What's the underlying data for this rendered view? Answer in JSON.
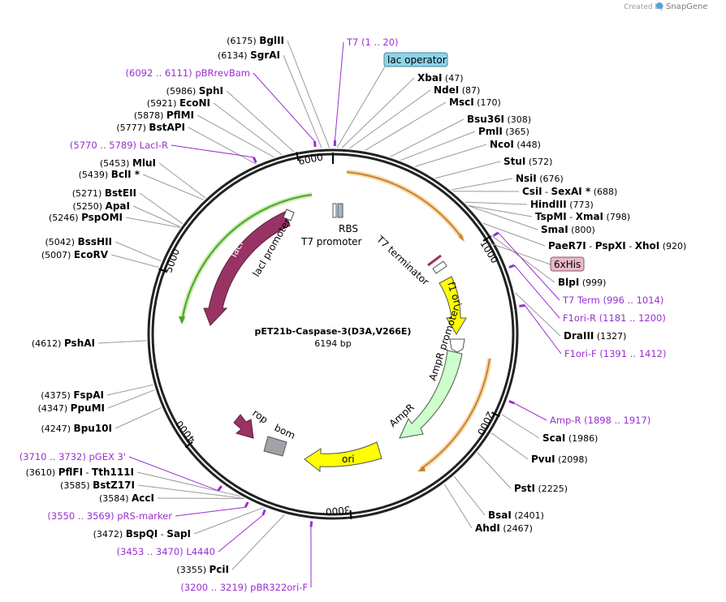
{
  "header": {
    "credit": "Created by",
    "brand": "SnapGene"
  },
  "plasmid": {
    "name": "pET21b-Caspase-3(D3A,V266E)",
    "size_label": "6194 bp",
    "length": 6194
  },
  "ticks": [
    {
      "bp": 1000,
      "label": "1000"
    },
    {
      "bp": 2000,
      "label": "2000"
    },
    {
      "bp": 3000,
      "label": "3000"
    },
    {
      "bp": 4000,
      "label": "4000"
    },
    {
      "bp": 5000,
      "label": "5000"
    },
    {
      "bp": 6000,
      "label": "6000"
    }
  ],
  "sites": [
    {
      "name": "BglII",
      "pos": "(6175)",
      "bp": 6175
    },
    {
      "name": "SgrAI",
      "pos": "(6134)",
      "bp": 6134
    },
    {
      "name": "XbaI",
      "pos": "(47)",
      "bp": 47
    },
    {
      "name": "NdeI",
      "pos": "(87)",
      "bp": 87
    },
    {
      "name": "MscI",
      "pos": "(170)",
      "bp": 170
    },
    {
      "name": "Bsu36I",
      "pos": "(308)",
      "bp": 308
    },
    {
      "name": "PmlI",
      "pos": "(365)",
      "bp": 365
    },
    {
      "name": "NcoI",
      "pos": "(448)",
      "bp": 448
    },
    {
      "name": "StuI",
      "pos": "(572)",
      "bp": 572
    },
    {
      "name": "NsiI",
      "pos": "(676)",
      "bp": 676
    },
    {
      "name": "CsiI",
      "extra": "SexAI *",
      "pos": "(688)",
      "bp": 688
    },
    {
      "name": "HindIII",
      "pos": "(773)",
      "bp": 773
    },
    {
      "name": "TspMI",
      "extra": "XmaI",
      "pos": "(798)",
      "bp": 798
    },
    {
      "name": "SmaI",
      "pos": "(800)",
      "bp": 800
    },
    {
      "name": "PaeR7I",
      "extra": "PspXI",
      "extra2": "XhoI",
      "pos": "(920)",
      "bp": 920
    },
    {
      "name": "BlpI",
      "pos": "(999)",
      "bp": 999
    },
    {
      "name": "DraIII",
      "pos": "(1327)",
      "bp": 1327
    },
    {
      "name": "ScaI",
      "pos": "(1986)",
      "bp": 1986
    },
    {
      "name": "PvuI",
      "pos": "(2098)",
      "bp": 2098
    },
    {
      "name": "PstI",
      "pos": "(2225)",
      "bp": 2225
    },
    {
      "name": "BsaI",
      "pos": "(2401)",
      "bp": 2401
    },
    {
      "name": "AhdI",
      "pos": "(2467)",
      "bp": 2467
    },
    {
      "name": "PciI",
      "pos": "(3355)",
      "bp": 3355
    },
    {
      "name": "BspQI",
      "extra": "SapI",
      "pos": "(3472)",
      "bp": 3472
    },
    {
      "name": "AccI",
      "pos": "(3584)",
      "bp": 3584
    },
    {
      "name": "BstZ17I",
      "pos": "(3585)",
      "bp": 3585
    },
    {
      "name": "PflFI",
      "extra": "Tth111I",
      "pos": "(3610)",
      "bp": 3610
    },
    {
      "name": "Bpu10I",
      "pos": "(4247)",
      "bp": 4247
    },
    {
      "name": "PpuMI",
      "pos": "(4347)",
      "bp": 4347
    },
    {
      "name": "FspAI",
      "pos": "(4375)",
      "bp": 4375
    },
    {
      "name": "PshAI",
      "pos": "(4612)",
      "bp": 4612
    },
    {
      "name": "EcoRV",
      "pos": "(5007)",
      "bp": 5007
    },
    {
      "name": "BssHII",
      "pos": "(5042)",
      "bp": 5042
    },
    {
      "name": "PspOMI",
      "pos": "(5246)",
      "bp": 5246
    },
    {
      "name": "ApaI",
      "pos": "(5250)",
      "bp": 5250
    },
    {
      "name": "BstEII",
      "pos": "(5271)",
      "bp": 5271
    },
    {
      "name": "BclI *",
      "pos": "(5439)",
      "bp": 5439
    },
    {
      "name": "MluI",
      "pos": "(5453)",
      "bp": 5453
    },
    {
      "name": "BstAPI",
      "pos": "(5777)",
      "bp": 5777
    },
    {
      "name": "PflMI",
      "pos": "(5878)",
      "bp": 5878
    },
    {
      "name": "EcoNI",
      "pos": "(5921)",
      "bp": 5921
    },
    {
      "name": "SphI",
      "pos": "(5986)",
      "bp": 5986
    }
  ],
  "primers": [
    {
      "name": "T7",
      "range": "(1 .. 20)",
      "bp": 10
    },
    {
      "name": "pBRrevBam",
      "range": "(6092 .. 6111)",
      "bp": 6101
    },
    {
      "name": "LacI-R",
      "range": "(5770 .. 5789)",
      "bp": 5779
    },
    {
      "name": "T7 Term",
      "range": "(996 .. 1014)",
      "bp": 1005
    },
    {
      "name": "F1ori-R",
      "range": "(1181 .. 1200)",
      "bp": 1190
    },
    {
      "name": "F1ori-F",
      "range": "(1391 .. 1412)",
      "bp": 1401
    },
    {
      "name": "Amp-R",
      "range": "(1898 .. 1917)",
      "bp": 1907
    },
    {
      "name": "pGEX 3'",
      "range": "(3710 .. 3732)",
      "bp": 3721
    },
    {
      "name": "pRS-marker",
      "range": "(3550 .. 3569)",
      "bp": 3559
    },
    {
      "name": "L4440",
      "range": "(3453 .. 3470)",
      "bp": 3461
    },
    {
      "name": "pBR322ori-F",
      "range": "(3200 .. 3219)",
      "bp": 3209
    }
  ],
  "boxed_features": [
    {
      "name": "lac operator",
      "color": "#8ed3e8"
    },
    {
      "name": "6xHis",
      "color": "#e8b7c8"
    }
  ],
  "features": [
    {
      "name": "lacI",
      "color": "#993366"
    },
    {
      "name": "lacI promoter",
      "color": "#ffffff"
    },
    {
      "name": "T7 promoter",
      "color": "#ffffff"
    },
    {
      "name": "RBS",
      "color": "#9cb9cc"
    },
    {
      "name": "T7 terminator",
      "color": "#ffffff"
    },
    {
      "name": "f1 ori",
      "color": "#ffff00"
    },
    {
      "name": "AmpR promoter",
      "color": "#ffffff"
    },
    {
      "name": "AmpR",
      "color": "#ccffcc"
    },
    {
      "name": "ori",
      "color": "#ffff00"
    },
    {
      "name": "rop",
      "color": "#993366"
    },
    {
      "name": "bom",
      "color": "#a0a4a8"
    }
  ],
  "colors": {
    "primer": "#9a2fd0",
    "orf_arc": "#c8842a",
    "lacI_arc": "#54a228"
  }
}
